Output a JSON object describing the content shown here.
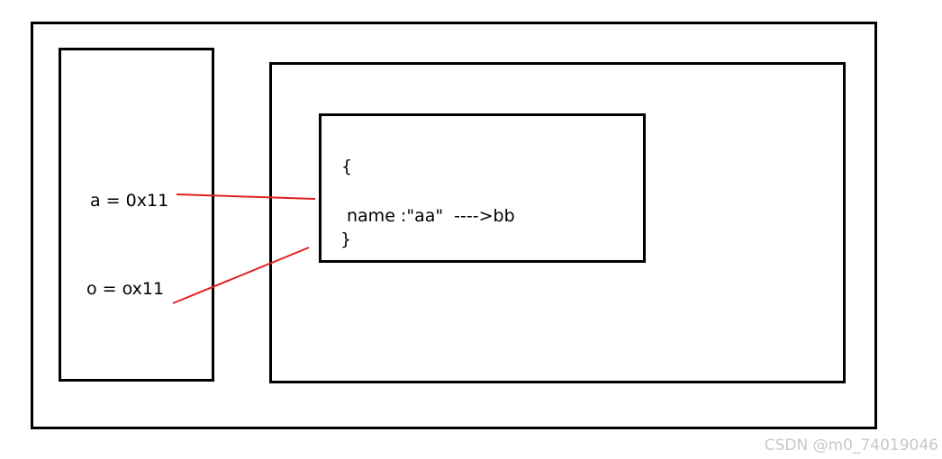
{
  "stack": {
    "var_a": "a = 0x11",
    "var_o": "o = ox11"
  },
  "heap": {
    "object": {
      "open_brace": "{",
      "property": "name :\"aa\"  ---->bb",
      "close_brace": "}"
    }
  },
  "colors": {
    "border": "#000000",
    "pointer_line": "#e02020",
    "watermark": "#c8c8c8"
  },
  "watermark": "CSDN @m0_74019046"
}
